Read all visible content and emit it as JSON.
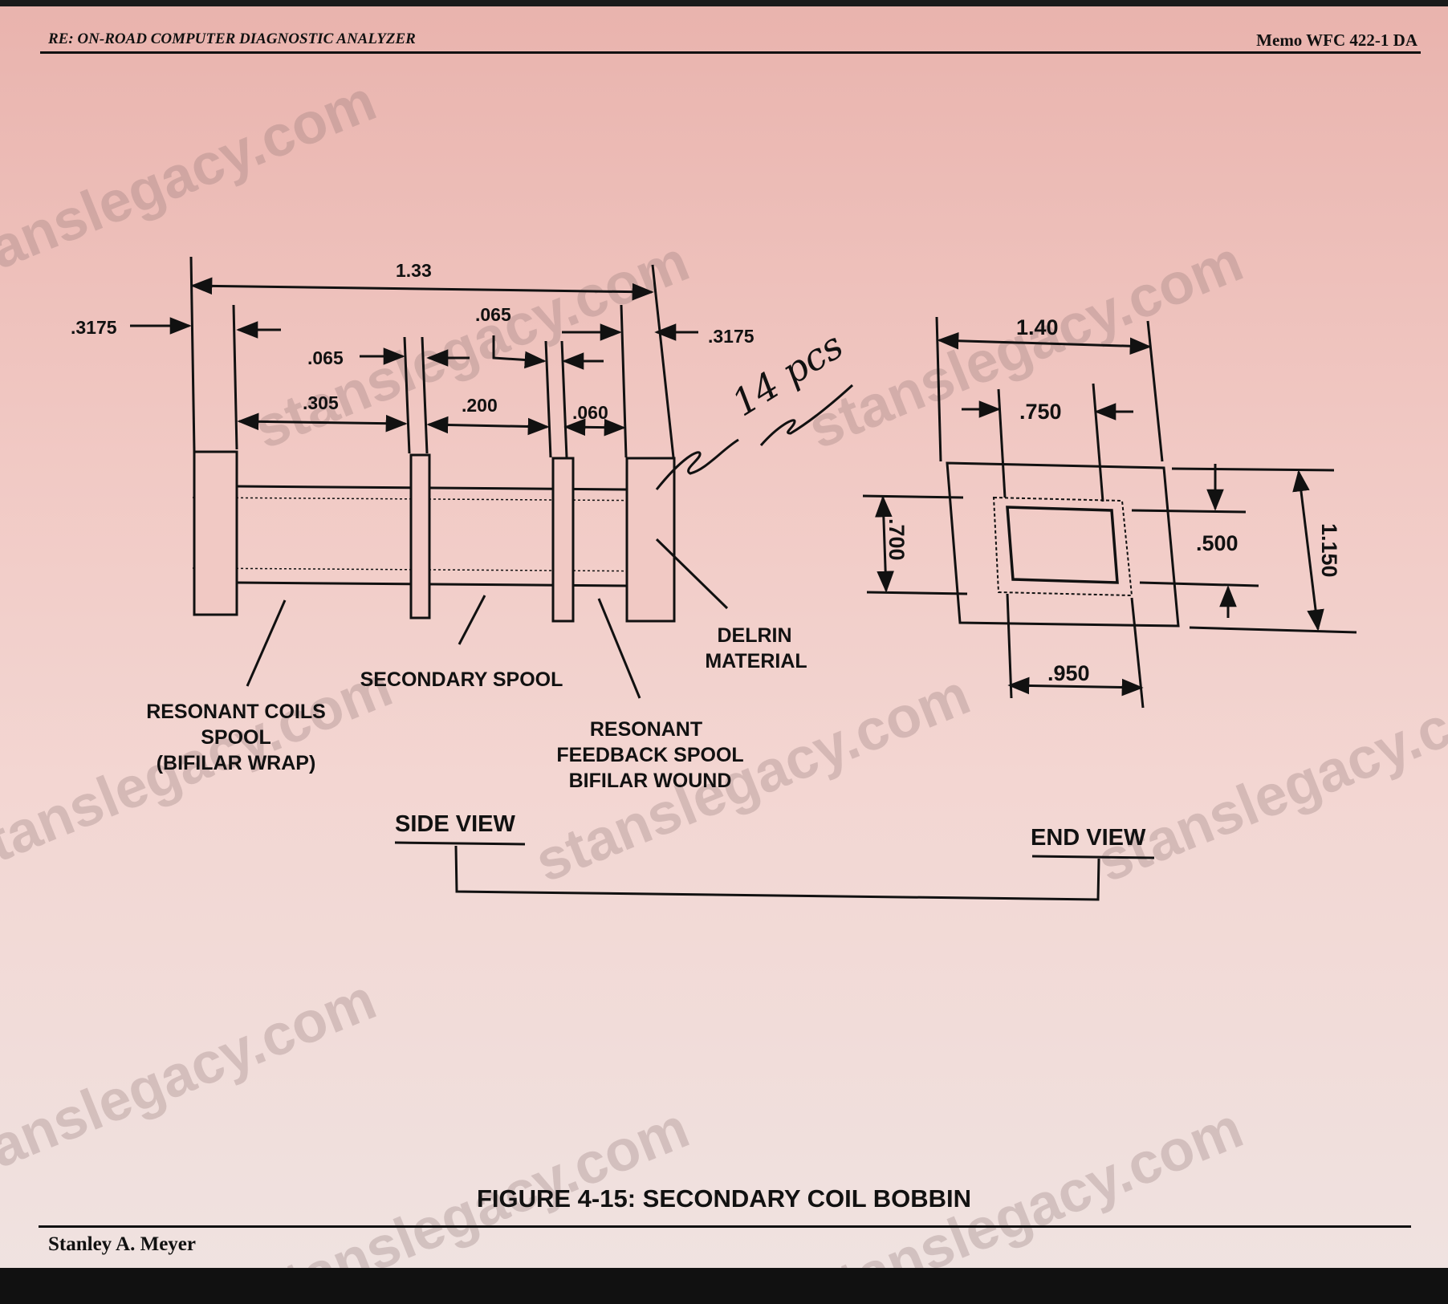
{
  "header": {
    "left": "RE: ON-ROAD COMPUTER DIAGNOSTIC ANALYZER",
    "right": "Memo WFC 422-1 DA"
  },
  "footer": {
    "author": "Stanley A. Meyer"
  },
  "caption": "FIGURE 4-15: SECONDARY COIL BOBBIN",
  "side_view": {
    "title": "SIDE VIEW",
    "dims": {
      "overall": "1.33",
      "flange_left": ".3175",
      "flange_right": ".3175",
      "thin_left": ".065",
      "thin_mid": ".065",
      "resonant_section": ".305",
      "secondary_section": ".200",
      "feedback_section": ".060"
    },
    "labels": {
      "resonant_1": "RESONANT COILS",
      "resonant_2": "SPOOL",
      "resonant_3": "(BIFILAR WRAP)",
      "secondary": "SECONDARY SPOOL",
      "feedback_1": "RESONANT",
      "feedback_2": "FEEDBACK SPOOL",
      "feedback_3": "BIFILAR WOUND",
      "delrin_1": "DELRIN",
      "delrin_2": "MATERIAL"
    },
    "handwritten_note": "14 pcs"
  },
  "end_view": {
    "title": "END VIEW",
    "dims": {
      "width_overall": "1.40",
      "inner_width": ".750",
      "width_lower": ".950",
      "height_left": ".700",
      "inner_height": ".500",
      "height_overall": "1.150"
    }
  },
  "watermark": "stanslegacy.com"
}
